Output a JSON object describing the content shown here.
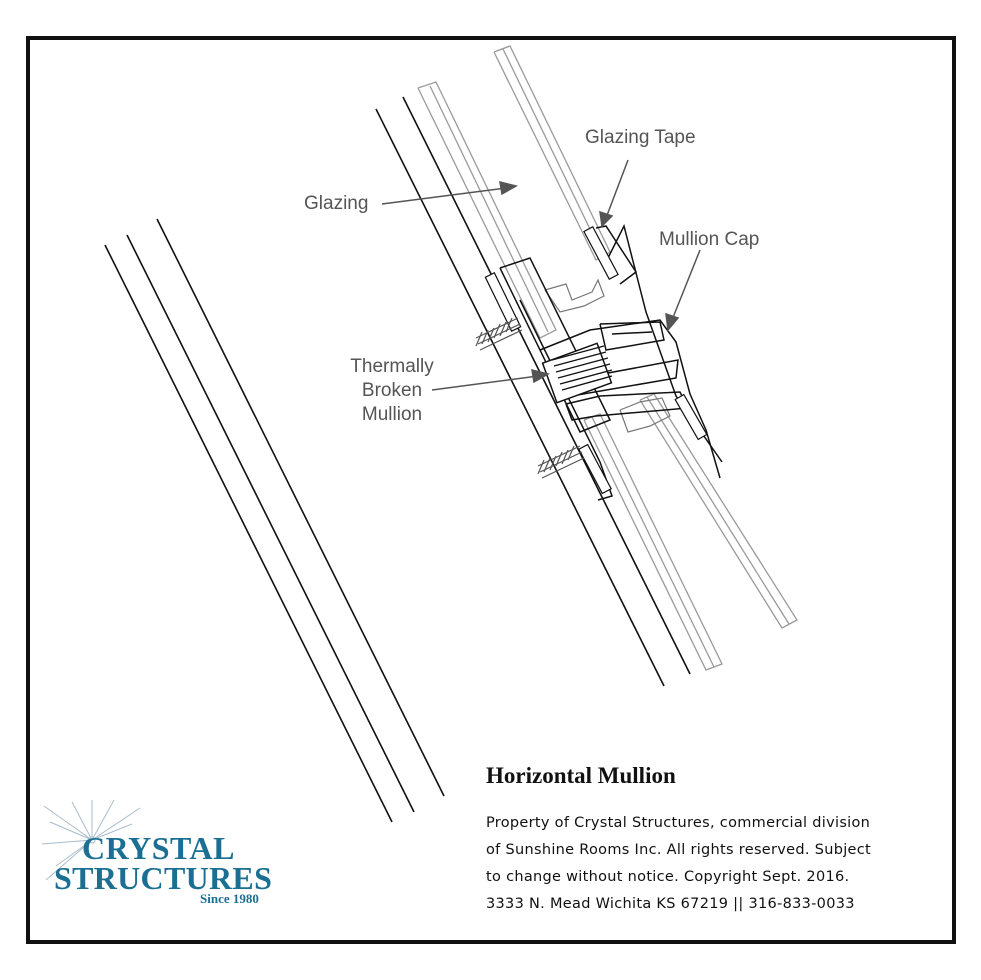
{
  "diagram": {
    "title": "Horizontal Mullion",
    "labels": {
      "glazing": "Glazing",
      "glazing_tape": "Glazing Tape",
      "mullion_cap": "Mullion Cap",
      "thermally_broken_mullion": [
        "Thermally",
        "Broken",
        "Mullion"
      ]
    }
  },
  "notice_lines": [
    "Property of Crystal Structures, commercial division",
    "of Sunshine Rooms Inc. All rights reserved. Subject",
    "to change without notice. Copyright Sept. 2016.",
    "3333 N. Mead Wichita KS  67219  ||  316-833-0033"
  ],
  "logo": {
    "line1": "CRYSTAL",
    "line2": "STRUCTURES",
    "since": "Since 1980"
  },
  "colors": {
    "brand": "#1b6f93",
    "line": "#111111",
    "label": "#555555",
    "glass": "#9a9a9a"
  }
}
